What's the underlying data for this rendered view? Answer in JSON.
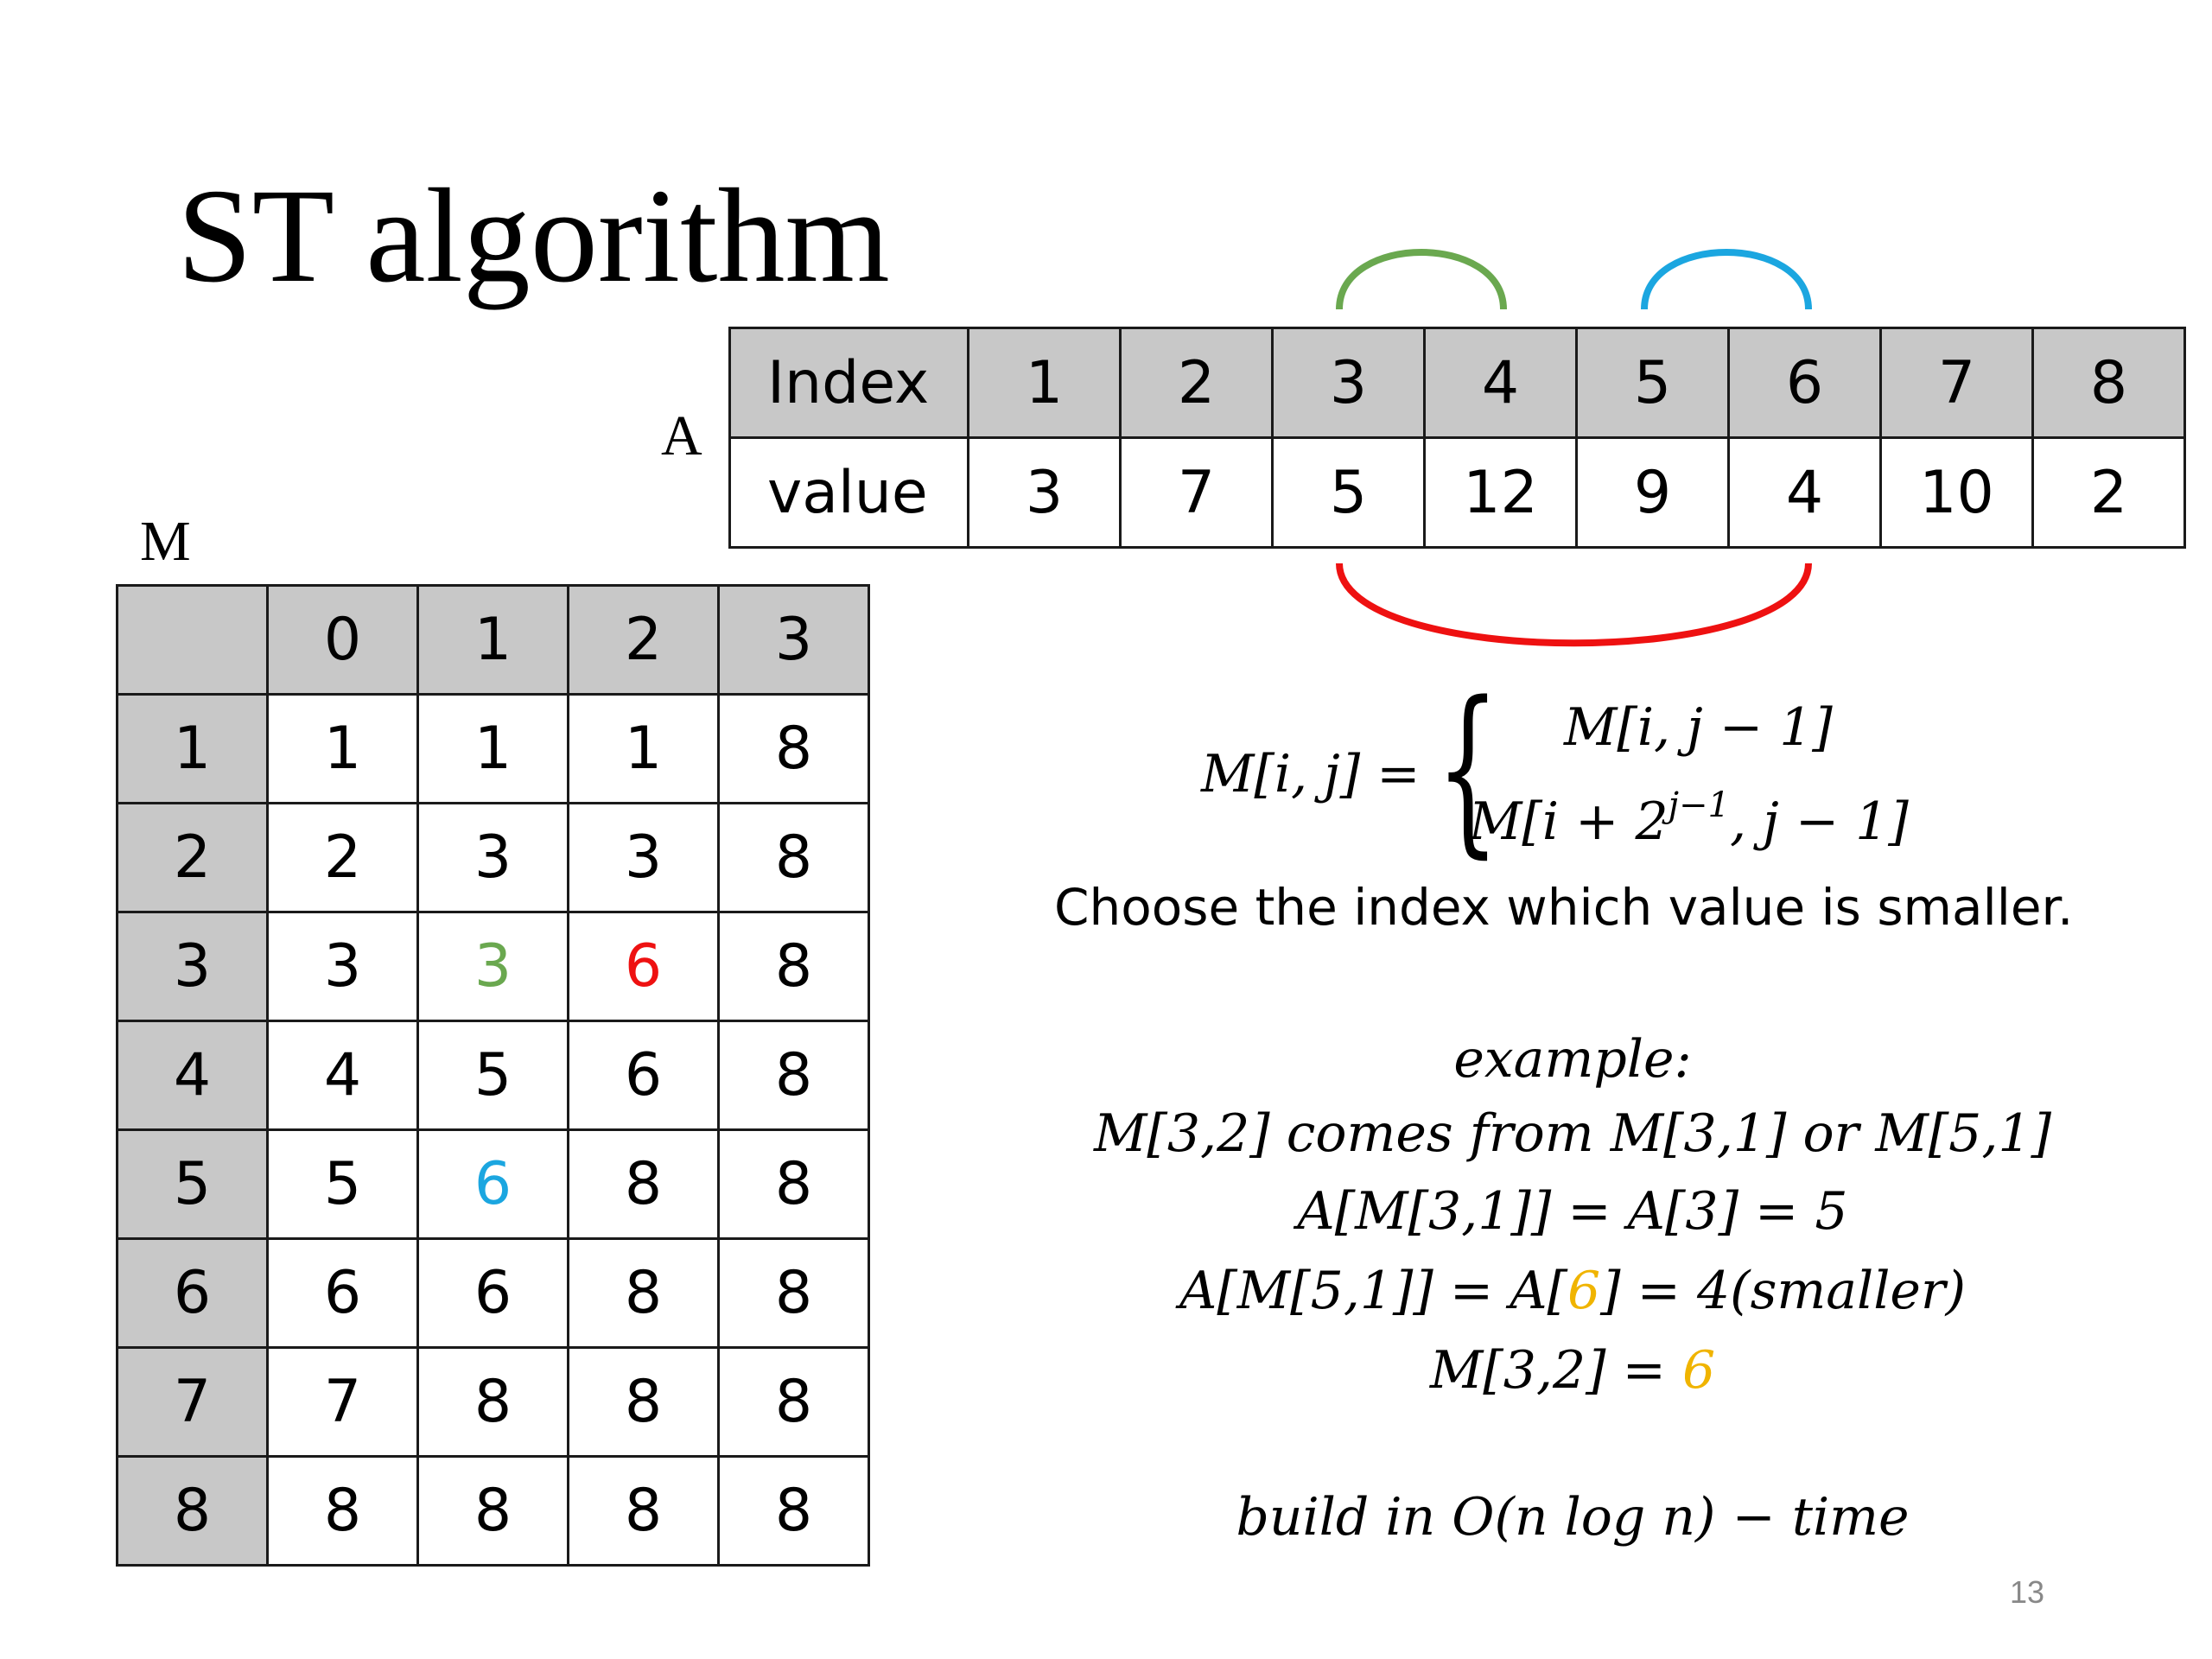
{
  "title": "ST algorithm",
  "array_label": "A",
  "matrix_label": "M",
  "array_table": {
    "row_labels": [
      "Index",
      "value"
    ],
    "index": [
      "1",
      "2",
      "3",
      "4",
      "5",
      "6",
      "7",
      "8"
    ],
    "value": [
      "3",
      "7",
      "5",
      "12",
      "9",
      "4",
      "10",
      "2"
    ]
  },
  "arcs": [
    {
      "from_index": 3,
      "to_index": 4,
      "color": "#6aa84f",
      "side": "top"
    },
    {
      "from_index": 5,
      "to_index": 6,
      "color": "#1ba6e0",
      "side": "top"
    },
    {
      "from_index": 3,
      "to_index": 6,
      "color": "#ee1111",
      "side": "bottom"
    }
  ],
  "matrix_table": {
    "columns": [
      "",
      "0",
      "1",
      "2",
      "3"
    ],
    "rows": [
      [
        "1",
        "1",
        "1",
        "1",
        "8"
      ],
      [
        "2",
        "2",
        "3",
        "3",
        "8"
      ],
      [
        "3",
        "3",
        "3",
        "6",
        "8"
      ],
      [
        "4",
        "4",
        "5",
        "6",
        "8"
      ],
      [
        "5",
        "5",
        "6",
        "8",
        "8"
      ],
      [
        "6",
        "6",
        "6",
        "8",
        "8"
      ],
      [
        "7",
        "7",
        "8",
        "8",
        "8"
      ],
      [
        "8",
        "8",
        "8",
        "8",
        "8"
      ]
    ],
    "highlights": [
      {
        "row": 3,
        "col": 1,
        "color": "#6aa84f"
      },
      {
        "row": 3,
        "col": 2,
        "color": "#ee1111"
      },
      {
        "row": 5,
        "col": 1,
        "color": "#1ba6e0"
      }
    ]
  },
  "formula": {
    "lhs": "M[i, j] =",
    "brace": "{",
    "case1": "M[i, j − 1]",
    "case2_a": "M[i + 2",
    "case2_sup": "j−1",
    "case2_b": ", j − 1]"
  },
  "note": "Choose the index which value is smaller.",
  "example": {
    "title": "example:",
    "line1": "M[3,2] comes from M[3,1] or M[5,1]",
    "line2": "A[M[3,1]] = A[3] = 5",
    "line3_a": "A[M[5,1]] = A[",
    "line3_hl": "6",
    "line3_b": "] = 4(smaller)",
    "line4_a": "M[3,2] = ",
    "line4_hl": "6",
    "highlight_color": "#f0b400"
  },
  "complexity": "build in O(n log n) − time",
  "page_number": "13"
}
